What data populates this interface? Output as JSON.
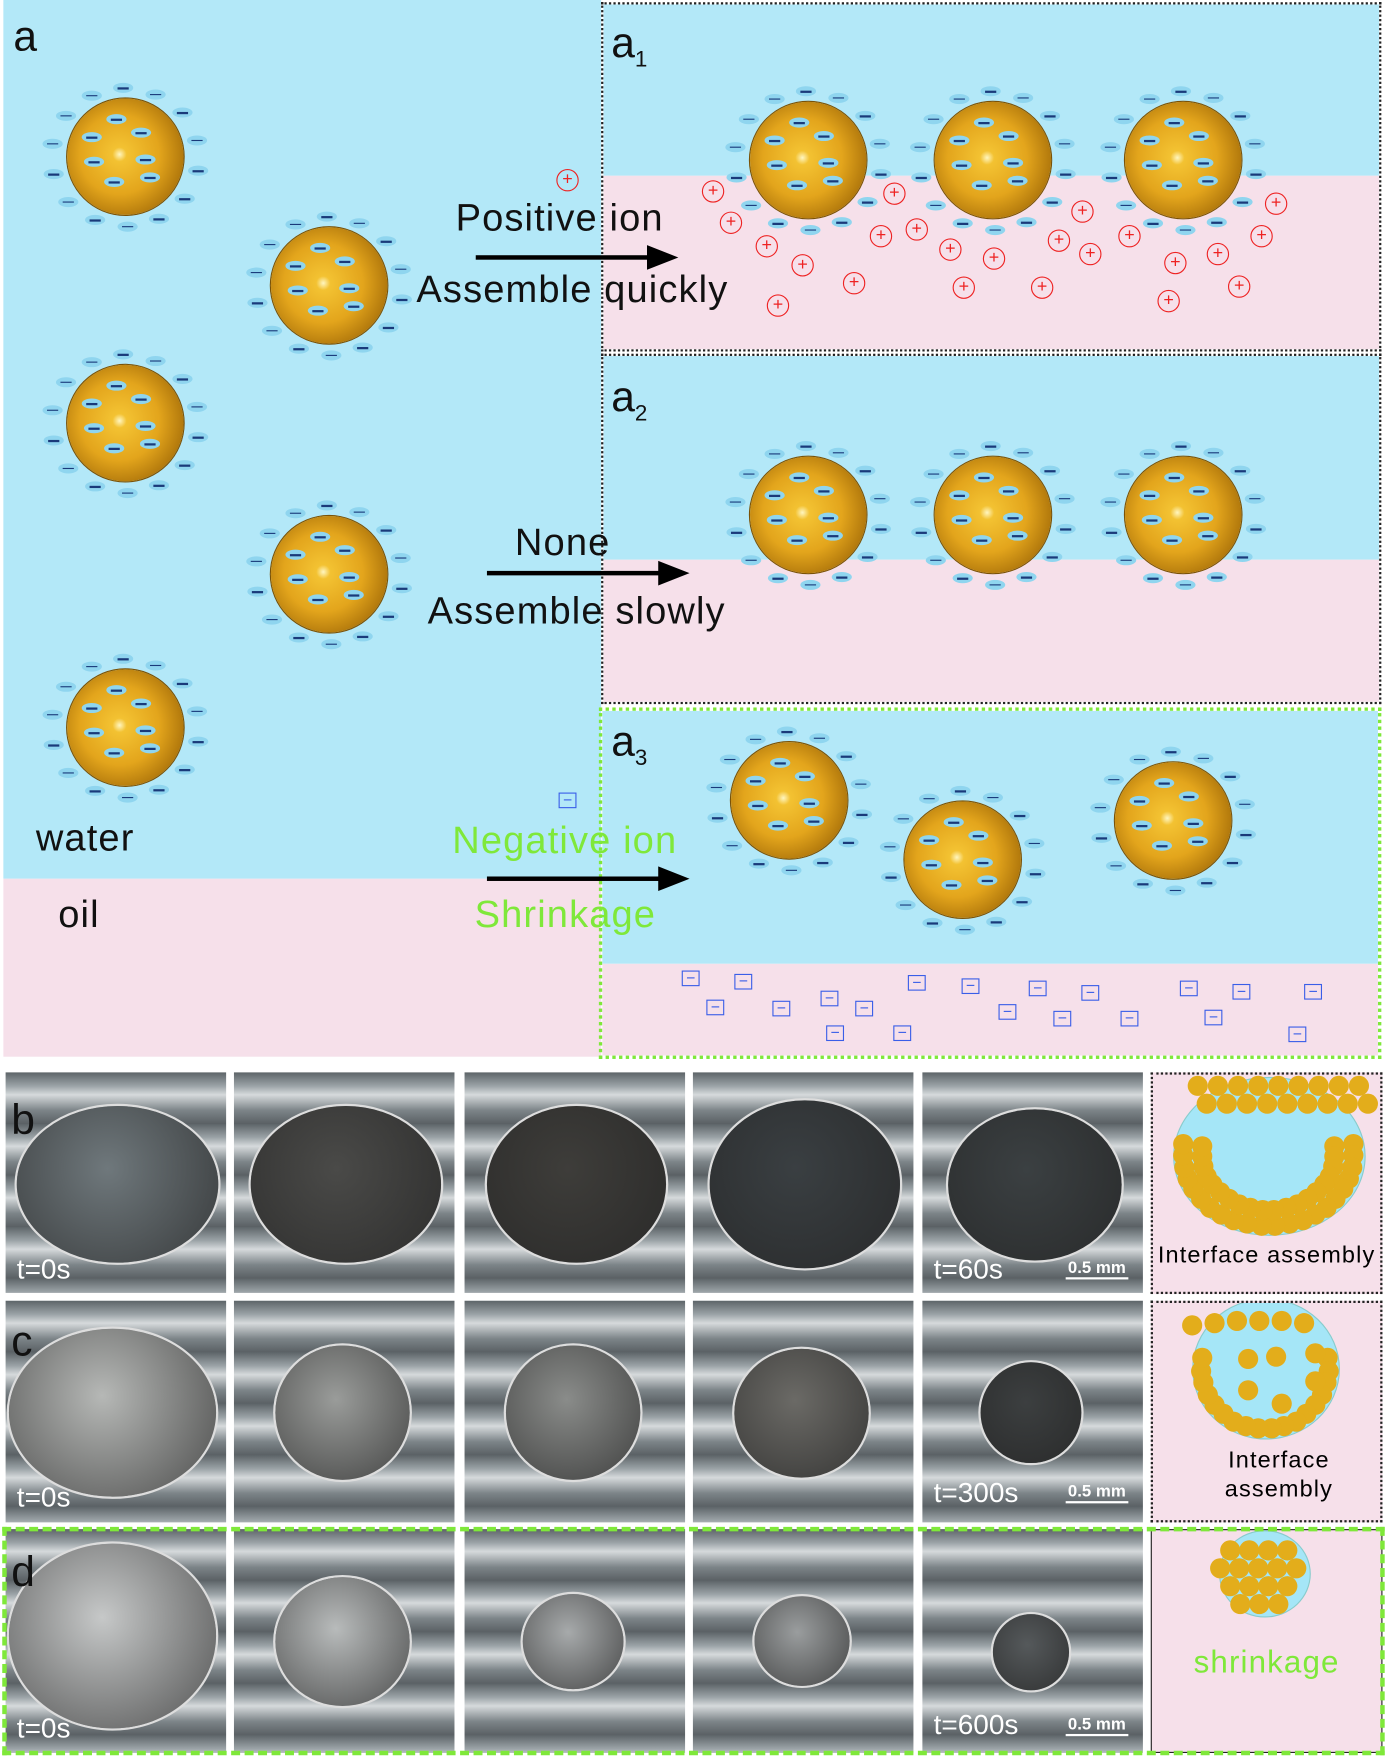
{
  "panel_a": {
    "label": "a",
    "water_label": "water",
    "oil_label": "oil",
    "a1": {
      "label": "a",
      "sub": "1",
      "line1": "Positive ion",
      "line2": "Assemble quickly"
    },
    "a2": {
      "label": "a",
      "sub": "2",
      "line1": "None",
      "line2": "Assemble slowly"
    },
    "a3": {
      "label": "a",
      "sub": "3",
      "line1": "Negative ion",
      "line2": "Shrinkage"
    }
  },
  "panel_b": {
    "label": "b",
    "t_start": "t=0s",
    "t_end": "t=60s",
    "scale": "0.5 mm",
    "schematic": "Interface assembly"
  },
  "panel_c": {
    "label": "c",
    "t_start": "t=0s",
    "t_end": "t=300s",
    "scale": "0.5 mm",
    "schematic": "Interface assembly"
  },
  "panel_d": {
    "label": "d",
    "t_start": "t=0s",
    "t_end": "t=600s",
    "scale": "0.5 mm",
    "schematic": "shrinkage"
  },
  "colors": {
    "water": "#b3e8f8",
    "oil": "#f6e0ea",
    "particle": "#e3ad1b",
    "highlight": "#7fe83a",
    "positive": "#e22222",
    "negative": "#3a5ee8"
  }
}
